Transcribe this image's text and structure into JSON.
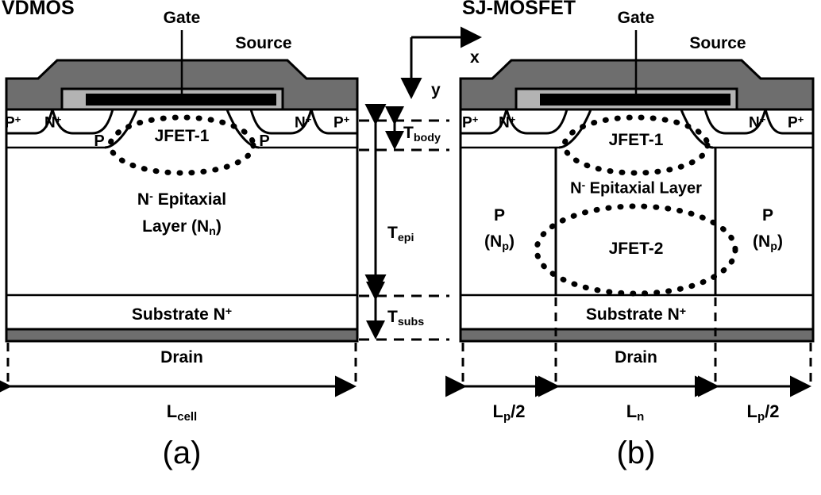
{
  "figure": {
    "caption_a": "(a)",
    "caption_b": "(b)",
    "colors": {
      "source_metal": "#6e6e6e",
      "gate_oxide": "#b3b3b3",
      "gate_poly": "#000000",
      "drain_metal": "#6e6e6e",
      "silicon": "#ffffff",
      "line": "#000000"
    }
  },
  "axes": {
    "x_label": "x",
    "y_label": "y"
  },
  "panel_a": {
    "title": "VDMOS",
    "terminals": {
      "gate": "Gate",
      "source": "Source",
      "drain": "Drain"
    },
    "regions": {
      "pplus_left": "P",
      "pplus_left_sup": "+",
      "nplus_left": "N",
      "nplus_left_sup": "+",
      "nplus_right": "N",
      "nplus_right_sup": "+",
      "pplus_right": "P",
      "pplus_right_sup": "+",
      "pbody_left": "P",
      "pbody_right": "P",
      "jfet1": "JFET-1",
      "epi_line1": "N",
      "epi_line1_sup": "-",
      "epi_line1_rest": " Epitaxial",
      "epi_line2": "Layer (N",
      "epi_line2_sub": "n",
      "epi_line2_end": ")",
      "substrate": "Substrate N",
      "substrate_sup": "+"
    },
    "dimensions": {
      "t_body": "T",
      "t_body_sub": "body",
      "t_epi": "T",
      "t_epi_sub": "epi",
      "t_subs": "T",
      "t_subs_sub": "subs",
      "l_cell": "L",
      "l_cell_sub": "cell"
    }
  },
  "panel_b": {
    "title": "SJ-MOSFET",
    "terminals": {
      "gate": "Gate",
      "source": "Source",
      "drain": "Drain"
    },
    "regions": {
      "pplus_left": "P",
      "pplus_left_sup": "+",
      "nplus_left": "N",
      "nplus_left_sup": "+",
      "nplus_right": "N",
      "nplus_right_sup": "+",
      "pplus_right": "P",
      "pplus_right_sup": "+",
      "jfet1": "JFET-1",
      "jfet2": "JFET-2",
      "epi": "N",
      "epi_sup": "-",
      "epi_rest": " Epitaxial Layer",
      "p_col_left": "P",
      "p_col_left_sub_open": "(N",
      "p_col_left_sub": "p",
      "p_col_left_sub_close": ")",
      "p_col_right": "P",
      "p_col_right_sub_open": "(N",
      "p_col_right_sub": "p",
      "p_col_right_sub_close": ")",
      "substrate": "Substrate N",
      "substrate_sup": "+"
    },
    "dimensions": {
      "lp_half_left": "L",
      "lp_half_left_sub": "p",
      "lp_half_left_end": "/2",
      "ln": "L",
      "ln_sub": "n",
      "lp_half_right": "L",
      "lp_half_right_sub": "p",
      "lp_half_right_end": "/2"
    }
  }
}
